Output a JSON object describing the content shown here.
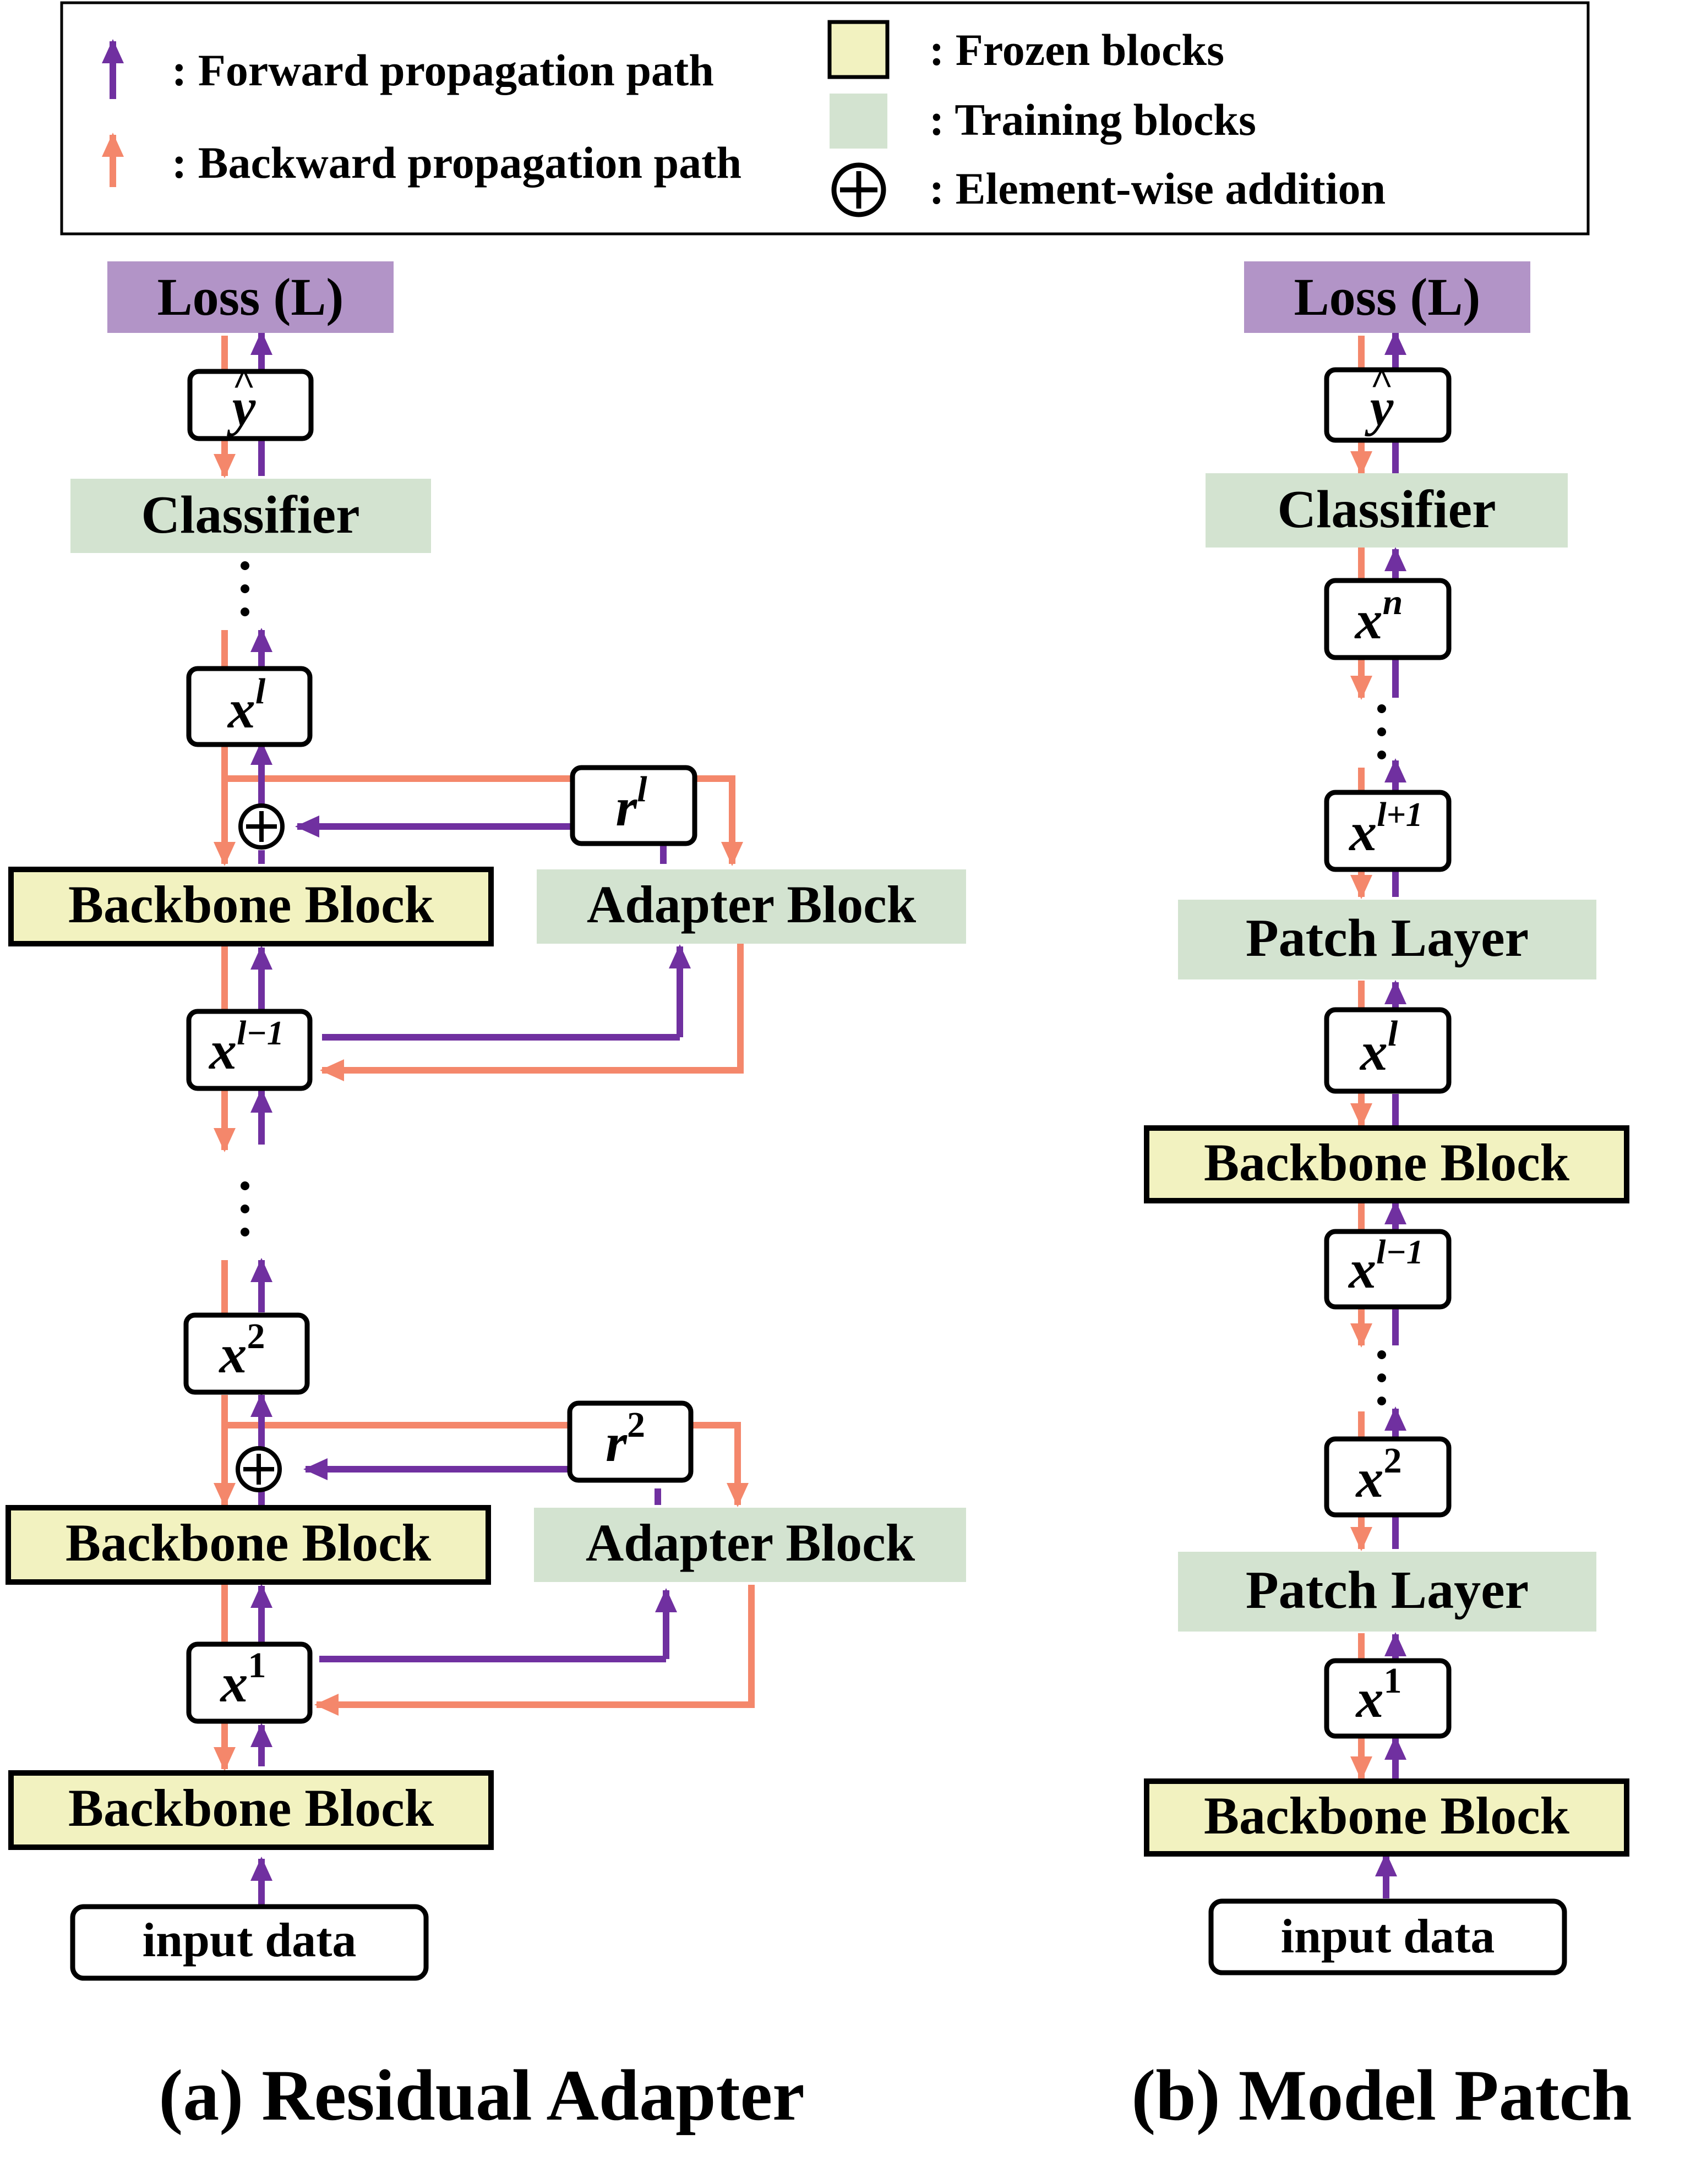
{
  "legend": {
    "forward": ": Forward propagation path",
    "backward": ": Backward propagation path",
    "frozen": ": Frozen blocks",
    "training": ": Training blocks",
    "addition": ": Element-wise addition"
  },
  "captions": {
    "a": "(a) Residual Adapter",
    "b": "(b) Model Patch"
  },
  "labels": {
    "loss": "Loss (L)",
    "classifier": "Classifier",
    "backbone": "Backbone Block",
    "adapter": "Adapter Block",
    "patch": "Patch Layer",
    "input": "input data"
  },
  "symbols": {
    "y": "y",
    "hat": "^",
    "x": "x",
    "r": "r",
    "sup_l": "l",
    "sup_l_minus_1": "l−1",
    "sup_2": "2",
    "sup_1": "1",
    "sup_n": "n",
    "sup_l_plus_1": "l+1"
  },
  "colors": {
    "forward": "#7030a0",
    "backward": "#f4876b",
    "frozen_fill": "#f2f2c0",
    "training_fill": "#d3e3d0",
    "loss_fill": "#b294c7"
  }
}
